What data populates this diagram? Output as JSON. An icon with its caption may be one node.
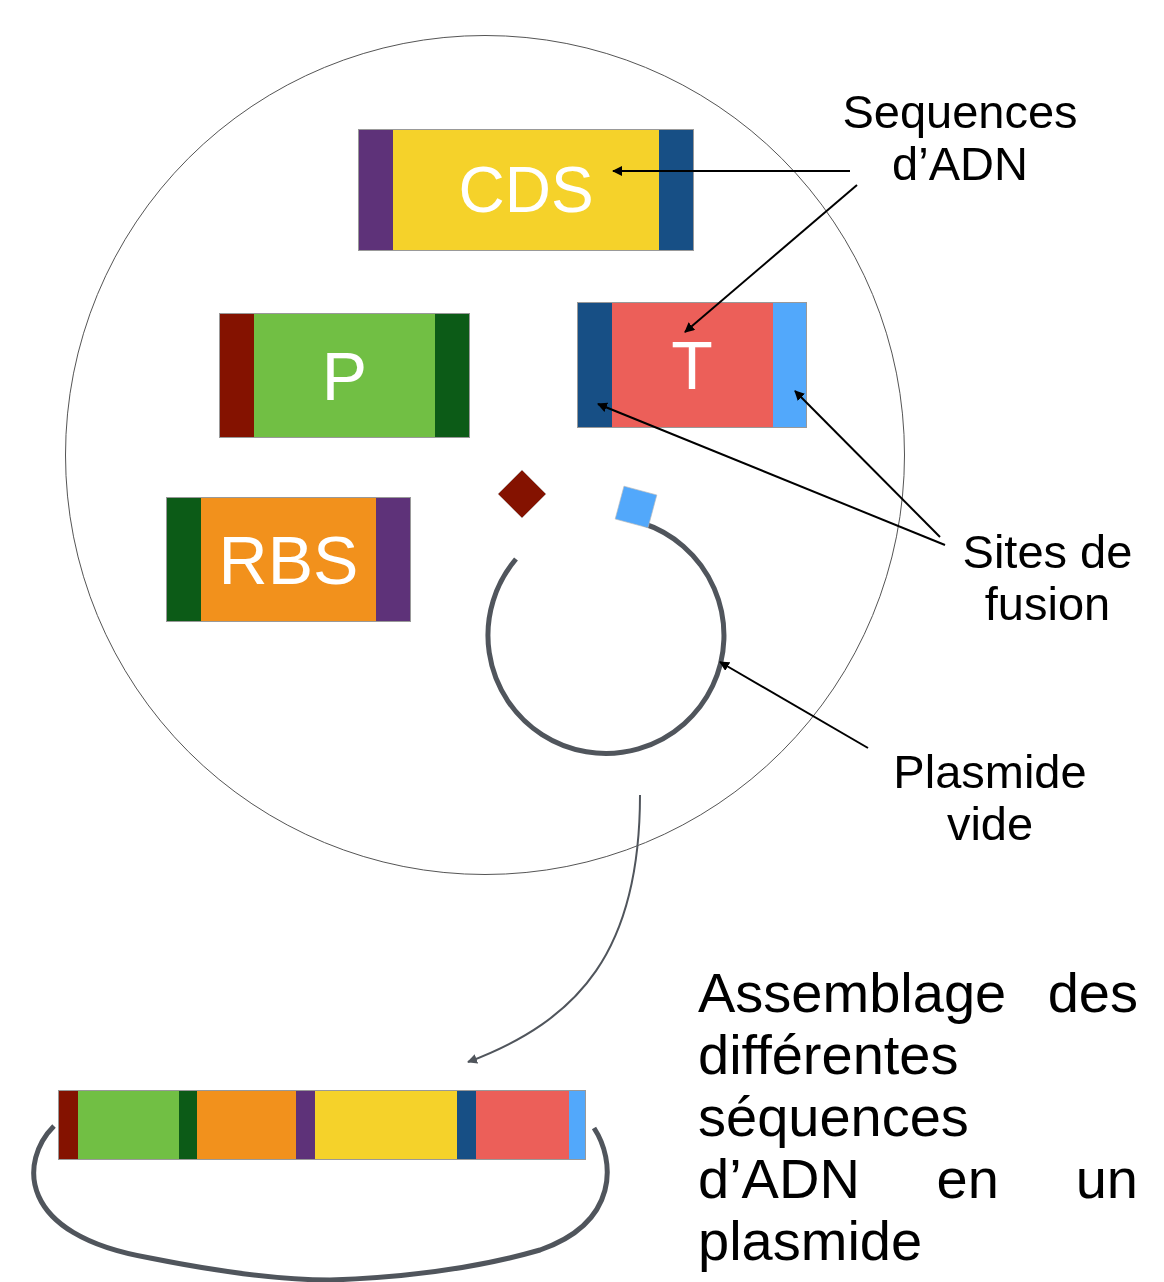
{
  "diagram": {
    "nodes": [
      {
        "text": [],
        "shape": "circle"
      },
      {
        "text": [
          "CDS"
        ],
        "in": 0
      },
      {
        "text": [
          "Sequences d’ADN"
        ]
      },
      {
        "text": [
          "P"
        ],
        "in": 0
      },
      {
        "text": [
          "T"
        ],
        "in": 0
      },
      {
        "text": [
          "RBS"
        ],
        "in": 0
      },
      {
        "text": [],
        "shape": "bar",
        "in": 4
      },
      {
        "text": [],
        "shape": "bar",
        "in": 4
      },
      {
        "text": [
          "Sites de fusion"
        ]
      },
      {
        "text": [],
        "shape": "circle",
        "in": 0
      },
      {
        "text": [
          "Plasmide vide"
        ]
      },
      {
        "text": [],
        "shape": "bar"
      }
    ],
    "edges": [
      {
        "from": 2,
        "to": 1,
        "arrow": "to"
      },
      {
        "from": 2,
        "to": 4,
        "arrow": "to"
      },
      {
        "from": 8,
        "to": 6,
        "arrow": "to"
      },
      {
        "from": 8,
        "to": 7,
        "arrow": "to"
      },
      {
        "from": 10,
        "to": 9,
        "arrow": "to"
      },
      {
        "from": null,
        "to": 11,
        "arrow": "to",
        "color": "#50555c"
      }
    ],
    "labels": [
      "Assemblage des différentes séquences d’ADN en un plasmide"
    ]
  }
}
